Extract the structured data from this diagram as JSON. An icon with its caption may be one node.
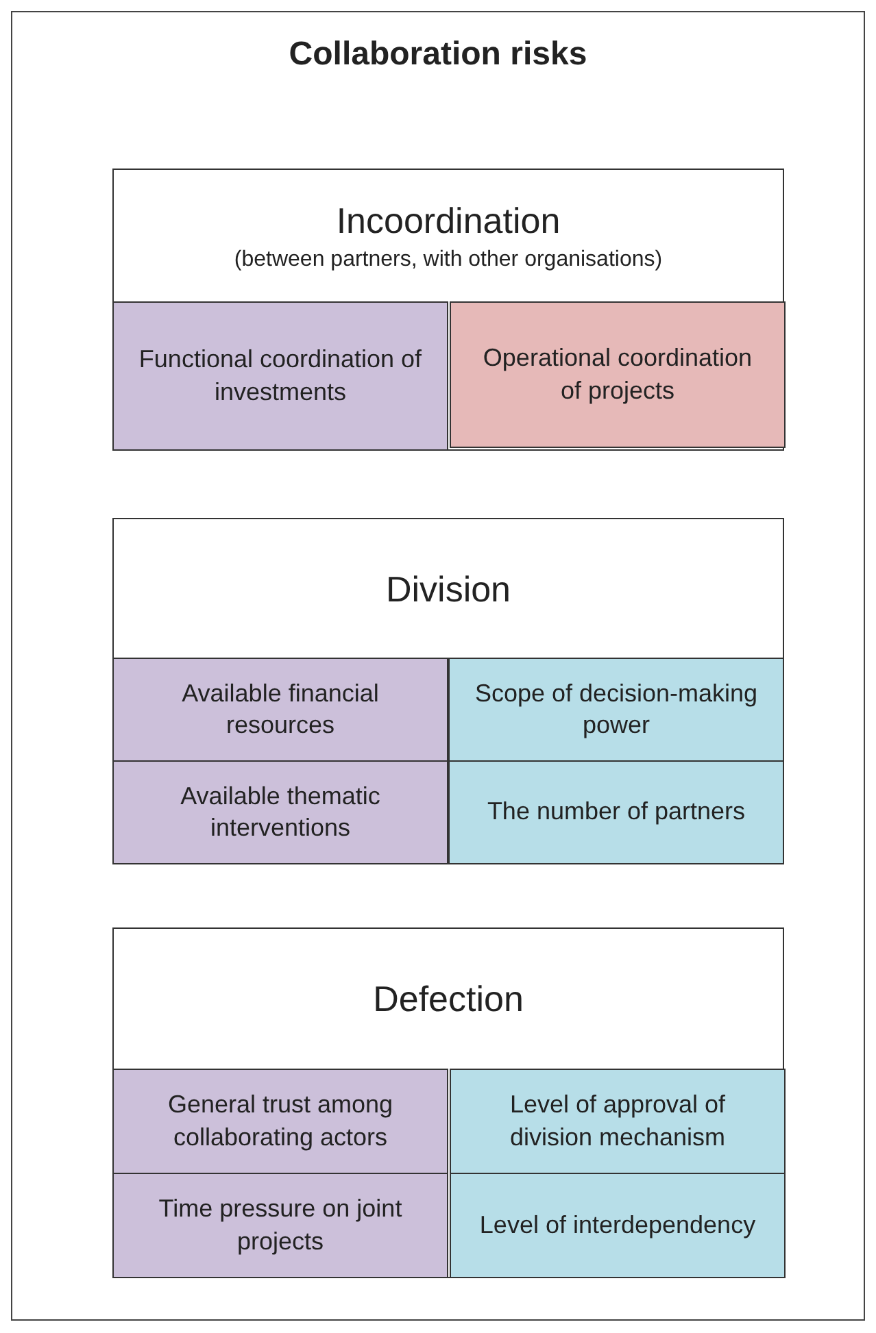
{
  "diagram": {
    "title": "Collaboration risks",
    "nodes": [
      {
        "text": [
          "Incoordination",
          "(between partners, with other organisations)"
        ]
      },
      {
        "text": [
          "Functional coordination  of investments"
        ],
        "in": 0
      },
      {
        "text": [
          "Operational coordination of projects"
        ],
        "in": 0
      },
      {
        "text": [
          "Division"
        ]
      },
      {
        "text": [
          "Available financial resources"
        ],
        "in": 3
      },
      {
        "text": [
          "Scope of decision-making power"
        ],
        "in": 3
      },
      {
        "text": [
          "Available thematic interventions"
        ],
        "in": 3
      },
      {
        "text": [
          "The number of partners"
        ],
        "in": 3
      },
      {
        "text": [
          "Defection"
        ]
      },
      {
        "text": [
          "General trust among collaborating actors"
        ],
        "in": 8
      },
      {
        "text": [
          "Level of approval of division mechanism"
        ],
        "in": 8
      },
      {
        "text": [
          "Time pressure on joint projects"
        ],
        "in": 8
      },
      {
        "text": [
          "Level of interdependency"
        ],
        "in": 8
      }
    ]
  }
}
